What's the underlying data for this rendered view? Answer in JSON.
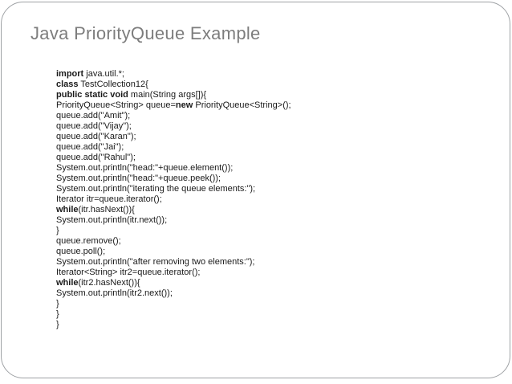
{
  "slide": {
    "title": "Java PriorityQueue Example",
    "colors": {
      "title": "#7d7d7d",
      "border": "#9fa2a5",
      "code": "#1a1a1a",
      "background": "#ffffff"
    },
    "code": {
      "language": "java",
      "lines": [
        [
          {
            "t": "import",
            "b": true
          },
          {
            "t": " java.util.*;",
            "b": false
          }
        ],
        [
          {
            "t": "class",
            "b": true
          },
          {
            "t": " TestCollection12{",
            "b": false
          }
        ],
        [
          {
            "t": "public static void",
            "b": true
          },
          {
            "t": " main(String args[]){",
            "b": false
          }
        ],
        [
          {
            "t": "PriorityQueue<String> queue=",
            "b": false
          },
          {
            "t": "new",
            "b": true
          },
          {
            "t": " PriorityQueue<String>();",
            "b": false
          }
        ],
        [
          {
            "t": "queue.add(\"Amit\");",
            "b": false
          }
        ],
        [
          {
            "t": "queue.add(\"Vijay\");",
            "b": false
          }
        ],
        [
          {
            "t": "queue.add(\"Karan\");",
            "b": false
          }
        ],
        [
          {
            "t": "queue.add(\"Jai\");",
            "b": false
          }
        ],
        [
          {
            "t": "queue.add(\"Rahul\");",
            "b": false
          }
        ],
        [
          {
            "t": "System.out.println(\"head:\"+queue.element());",
            "b": false
          }
        ],
        [
          {
            "t": "System.out.println(\"head:\"+queue.peek());",
            "b": false
          }
        ],
        [
          {
            "t": "System.out.println(\"iterating the queue elements:\");",
            "b": false
          }
        ],
        [
          {
            "t": "Iterator itr=queue.iterator();",
            "b": false
          }
        ],
        [
          {
            "t": "while",
            "b": true
          },
          {
            "t": "(itr.hasNext()){",
            "b": false
          }
        ],
        [
          {
            "t": "System.out.println(itr.next());",
            "b": false
          }
        ],
        [
          {
            "t": "}",
            "b": false
          }
        ],
        [
          {
            "t": "queue.remove();",
            "b": false
          }
        ],
        [
          {
            "t": "queue.poll();",
            "b": false
          }
        ],
        [
          {
            "t": "System.out.println(\"after removing two elements:\");",
            "b": false
          }
        ],
        [
          {
            "t": "Iterator<String> itr2=queue.iterator();",
            "b": false
          }
        ],
        [
          {
            "t": "while",
            "b": true
          },
          {
            "t": "(itr2.hasNext()){",
            "b": false
          }
        ],
        [
          {
            "t": "System.out.println(itr2.next());",
            "b": false
          }
        ],
        [
          {
            "t": "}",
            "b": false
          }
        ],
        [
          {
            "t": "}",
            "b": false
          }
        ],
        [
          {
            "t": "}",
            "b": false
          }
        ]
      ]
    }
  }
}
